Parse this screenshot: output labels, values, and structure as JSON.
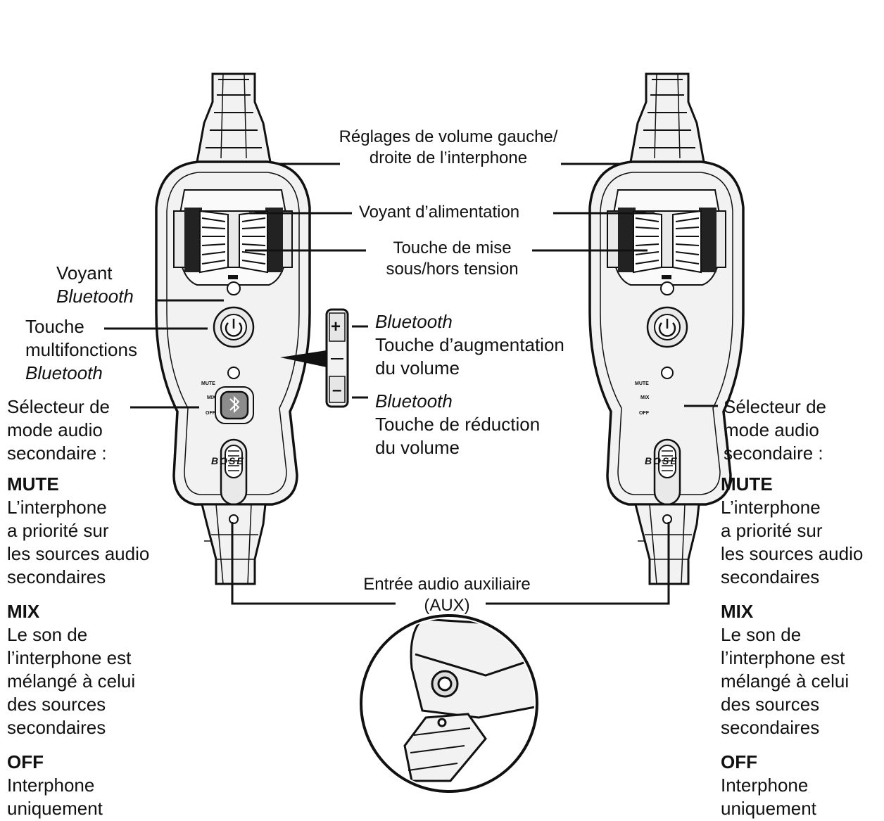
{
  "labels": {
    "intercom_volume": {
      "line1": "Réglages de volume gauche/",
      "line2": "droite de l’interphone"
    },
    "power_led": "Voyant d’alimentation",
    "power_button": {
      "line1": "Touche de mise",
      "line2": "sous/hors tension"
    },
    "bt_led": {
      "line1": "Voyant",
      "line2": "Bluetooth"
    },
    "bt_button": {
      "line1": "Touche",
      "line2": "multifonctions",
      "line3": "Bluetooth"
    },
    "vol_up": {
      "line1": "Bluetooth",
      "line2": "Touche d’augmentation",
      "line3": "du volume"
    },
    "vol_down": {
      "line1": "Bluetooth",
      "line2": "Touche de réduction",
      "line3": "du volume"
    },
    "selector": {
      "line1": "Sélecteur de",
      "line2": "mode audio",
      "line3": "secondaire :"
    },
    "aux": {
      "line1": "Entrée audio auxiliaire",
      "line2": "(AUX)"
    }
  },
  "modes": [
    {
      "title": "MUTE",
      "lines": [
        "L’interphone",
        "a priorité sur",
        "les sources audio",
        "secondaires"
      ]
    },
    {
      "title": "MIX",
      "lines": [
        "Le son de",
        "l’interphone est",
        "mélangé à celui",
        "des sources",
        "secondaires"
      ]
    },
    {
      "title": "OFF",
      "lines": [
        "Interphone",
        "uniquement"
      ]
    }
  ],
  "device": {
    "switch_labels": [
      "MUTE",
      "MIX",
      "OFF"
    ],
    "logo": "BOSE",
    "volume_up_symbol": "+",
    "volume_down_symbol": "–"
  },
  "colors": {
    "ink": "#111111",
    "body": "#f2f2f2",
    "shade": "#d9d9d9",
    "button": "#8c8c8c"
  }
}
